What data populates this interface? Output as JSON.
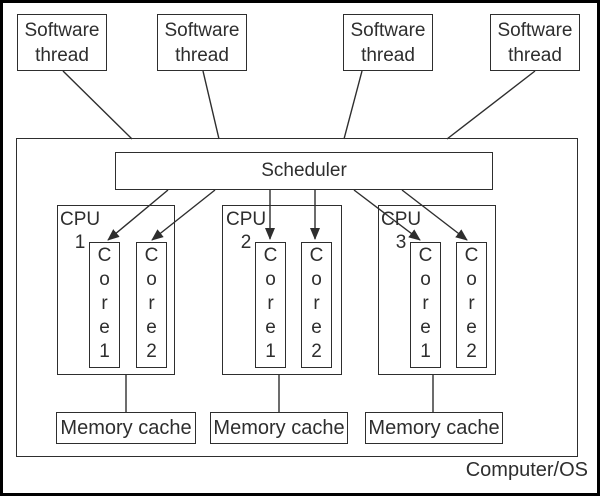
{
  "diagram": {
    "colors": {
      "line": "#2e2e2e",
      "box_border": "#2e2e2e",
      "text": "#2e2e2e",
      "background": "#ffffff",
      "frame": "#000000"
    },
    "software_threads": [
      {
        "label": "Software thread"
      },
      {
        "label": "Software thread"
      },
      {
        "label": "Software thread"
      },
      {
        "label": "Software thread"
      }
    ],
    "scheduler": {
      "label": "Scheduler"
    },
    "cpus": [
      {
        "name": "CPU",
        "number": "1",
        "cores": [
          {
            "label": "Core 1"
          },
          {
            "label": "Core 2"
          }
        ]
      },
      {
        "name": "CPU",
        "number": "2",
        "cores": [
          {
            "label": "Core 1"
          },
          {
            "label": "Core 2"
          }
        ]
      },
      {
        "name": "CPU",
        "number": "3",
        "cores": [
          {
            "label": "Core 1"
          },
          {
            "label": "Core 2"
          }
        ]
      }
    ],
    "memory_caches": [
      {
        "label": "Memory cache"
      },
      {
        "label": "Memory cache"
      },
      {
        "label": "Memory cache"
      }
    ],
    "computer_label": "Computer/OS"
  }
}
